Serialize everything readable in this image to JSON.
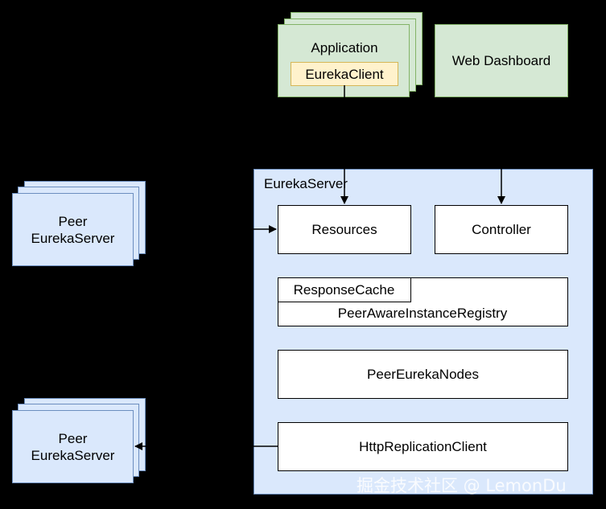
{
  "application": {
    "title": "Application",
    "client_label": "EurekaClient"
  },
  "web_dashboard": {
    "label": "Web Dashboard"
  },
  "eureka_server": {
    "title": "EurekaServer",
    "resources": "Resources",
    "controller": "Controller",
    "response_cache": "ResponseCache",
    "registry": "PeerAwareInstanceRegistry",
    "peer_nodes": "PeerEurekaNodes",
    "replication_client": "HttpReplicationClient"
  },
  "peers": [
    {
      "line1": "Peer",
      "line2": "EurekaServer"
    },
    {
      "line1": "Peer",
      "line2": "EurekaServer"
    }
  ],
  "watermark": "掘金技术社区 @ LemonDu",
  "colors": {
    "background": "#000000",
    "green_fill": "#d5e8d4",
    "green_stroke": "#82b366",
    "blue_fill": "#dae8fc",
    "blue_stroke": "#6c8ebf",
    "yellow_fill": "#fff2cc",
    "yellow_stroke": "#d6b656"
  }
}
